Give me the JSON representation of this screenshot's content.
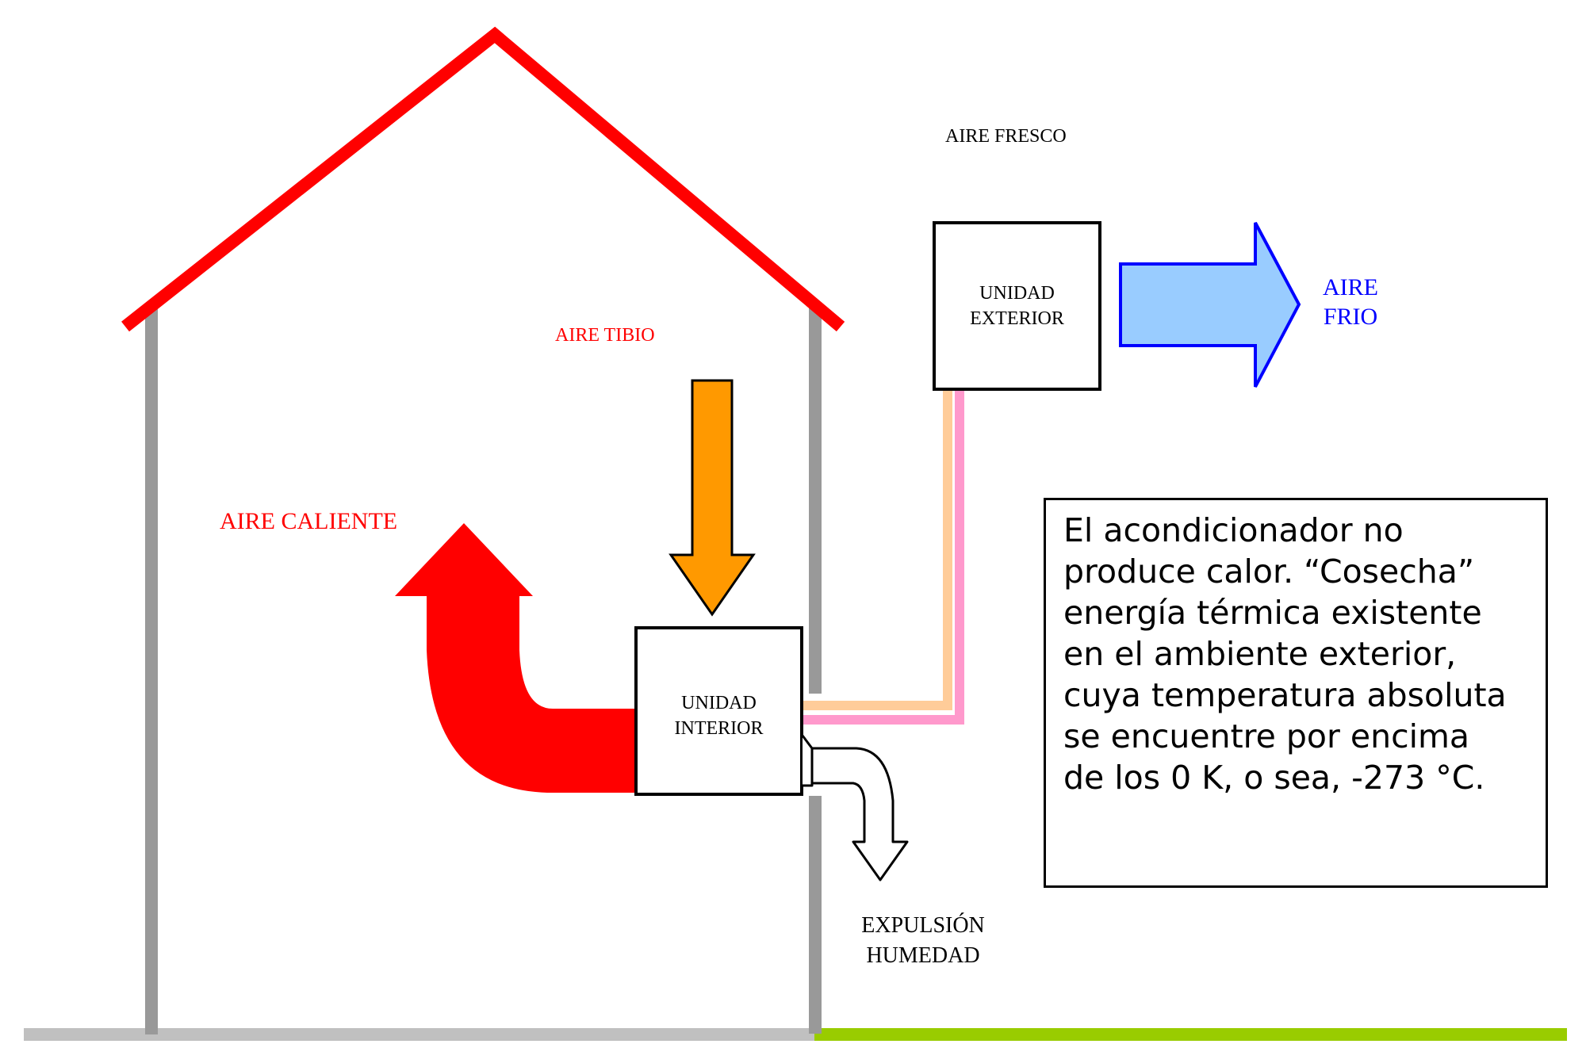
{
  "diagram": {
    "title": "Funcionamiento de bomba de calor (acondicionador)",
    "labels": {
      "aire_fresco": "AIRE FRESCO",
      "aire_tibio": "AIRE TIBIO",
      "aire_caliente": "AIRE CALIENTE",
      "aire_frio_line1": "AIRE",
      "aire_frio_line2": "FRIO",
      "unidad_exterior_line1": "UNIDAD",
      "unidad_exterior_line2": "EXTERIOR",
      "unidad_interior_line1": "UNIDAD",
      "unidad_interior_line2": "INTERIOR",
      "expulsion_line1": "EXPULSIÓN",
      "expulsion_line2": "HUMEDAD"
    },
    "note": "El acondicionador no\nproduce calor. “Cosecha”\nenergía térmica existente\nen el ambiente exterior,\ncuya temperatura absoluta\nse encuentre por encima\nde los 0 K, o sea, -273 °C.",
    "colors": {
      "roof": "#ff0000",
      "wall": "#999999",
      "floor_indoor": "#c0c0c0",
      "ground_outdoor": "#99cc00",
      "hot_arrow": "#ff0000",
      "warm_arrow": "#ff9900",
      "cold_arrow_fill": "#99ccff",
      "cold_arrow_stroke": "#0000ff",
      "pipe_liquid": "#ffcc99",
      "pipe_gas": "#ff99cc"
    }
  }
}
